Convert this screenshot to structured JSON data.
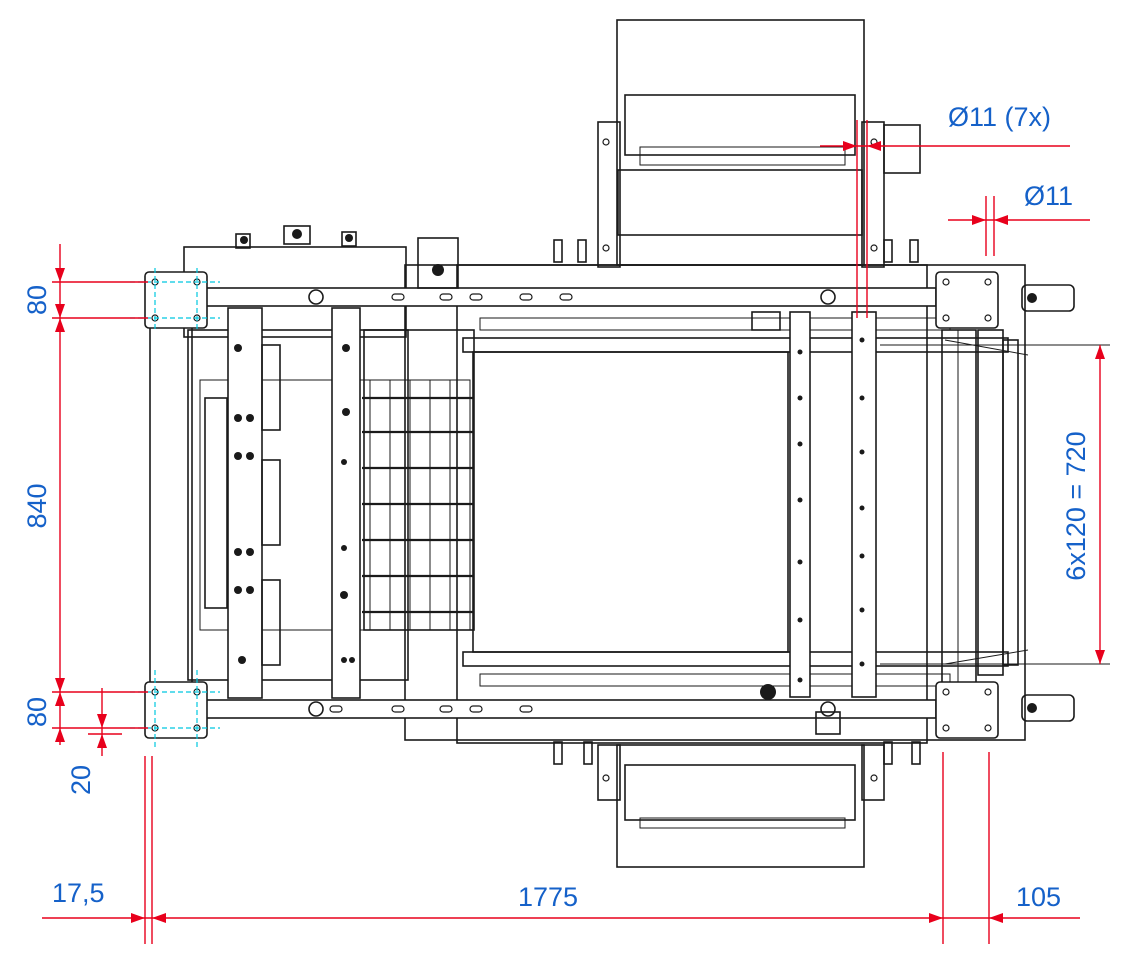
{
  "colors": {
    "dimension_line": "#e8001c",
    "dimension_text": "#1561c9",
    "hole_pattern": "#00c8e0",
    "machine_outline": "#1a1a1a"
  },
  "dimensions": {
    "hole_dia_multi": "Ø11 (7x)",
    "hole_dia": "Ø11",
    "top_hole_pitch": "80",
    "frame_length": "840",
    "bottom_hole_pitch": "80",
    "hole_offset": "20",
    "right_pattern": "6x120 = 720",
    "left_offset": "17,5",
    "overall_length": "1775",
    "right_offset": "105"
  }
}
